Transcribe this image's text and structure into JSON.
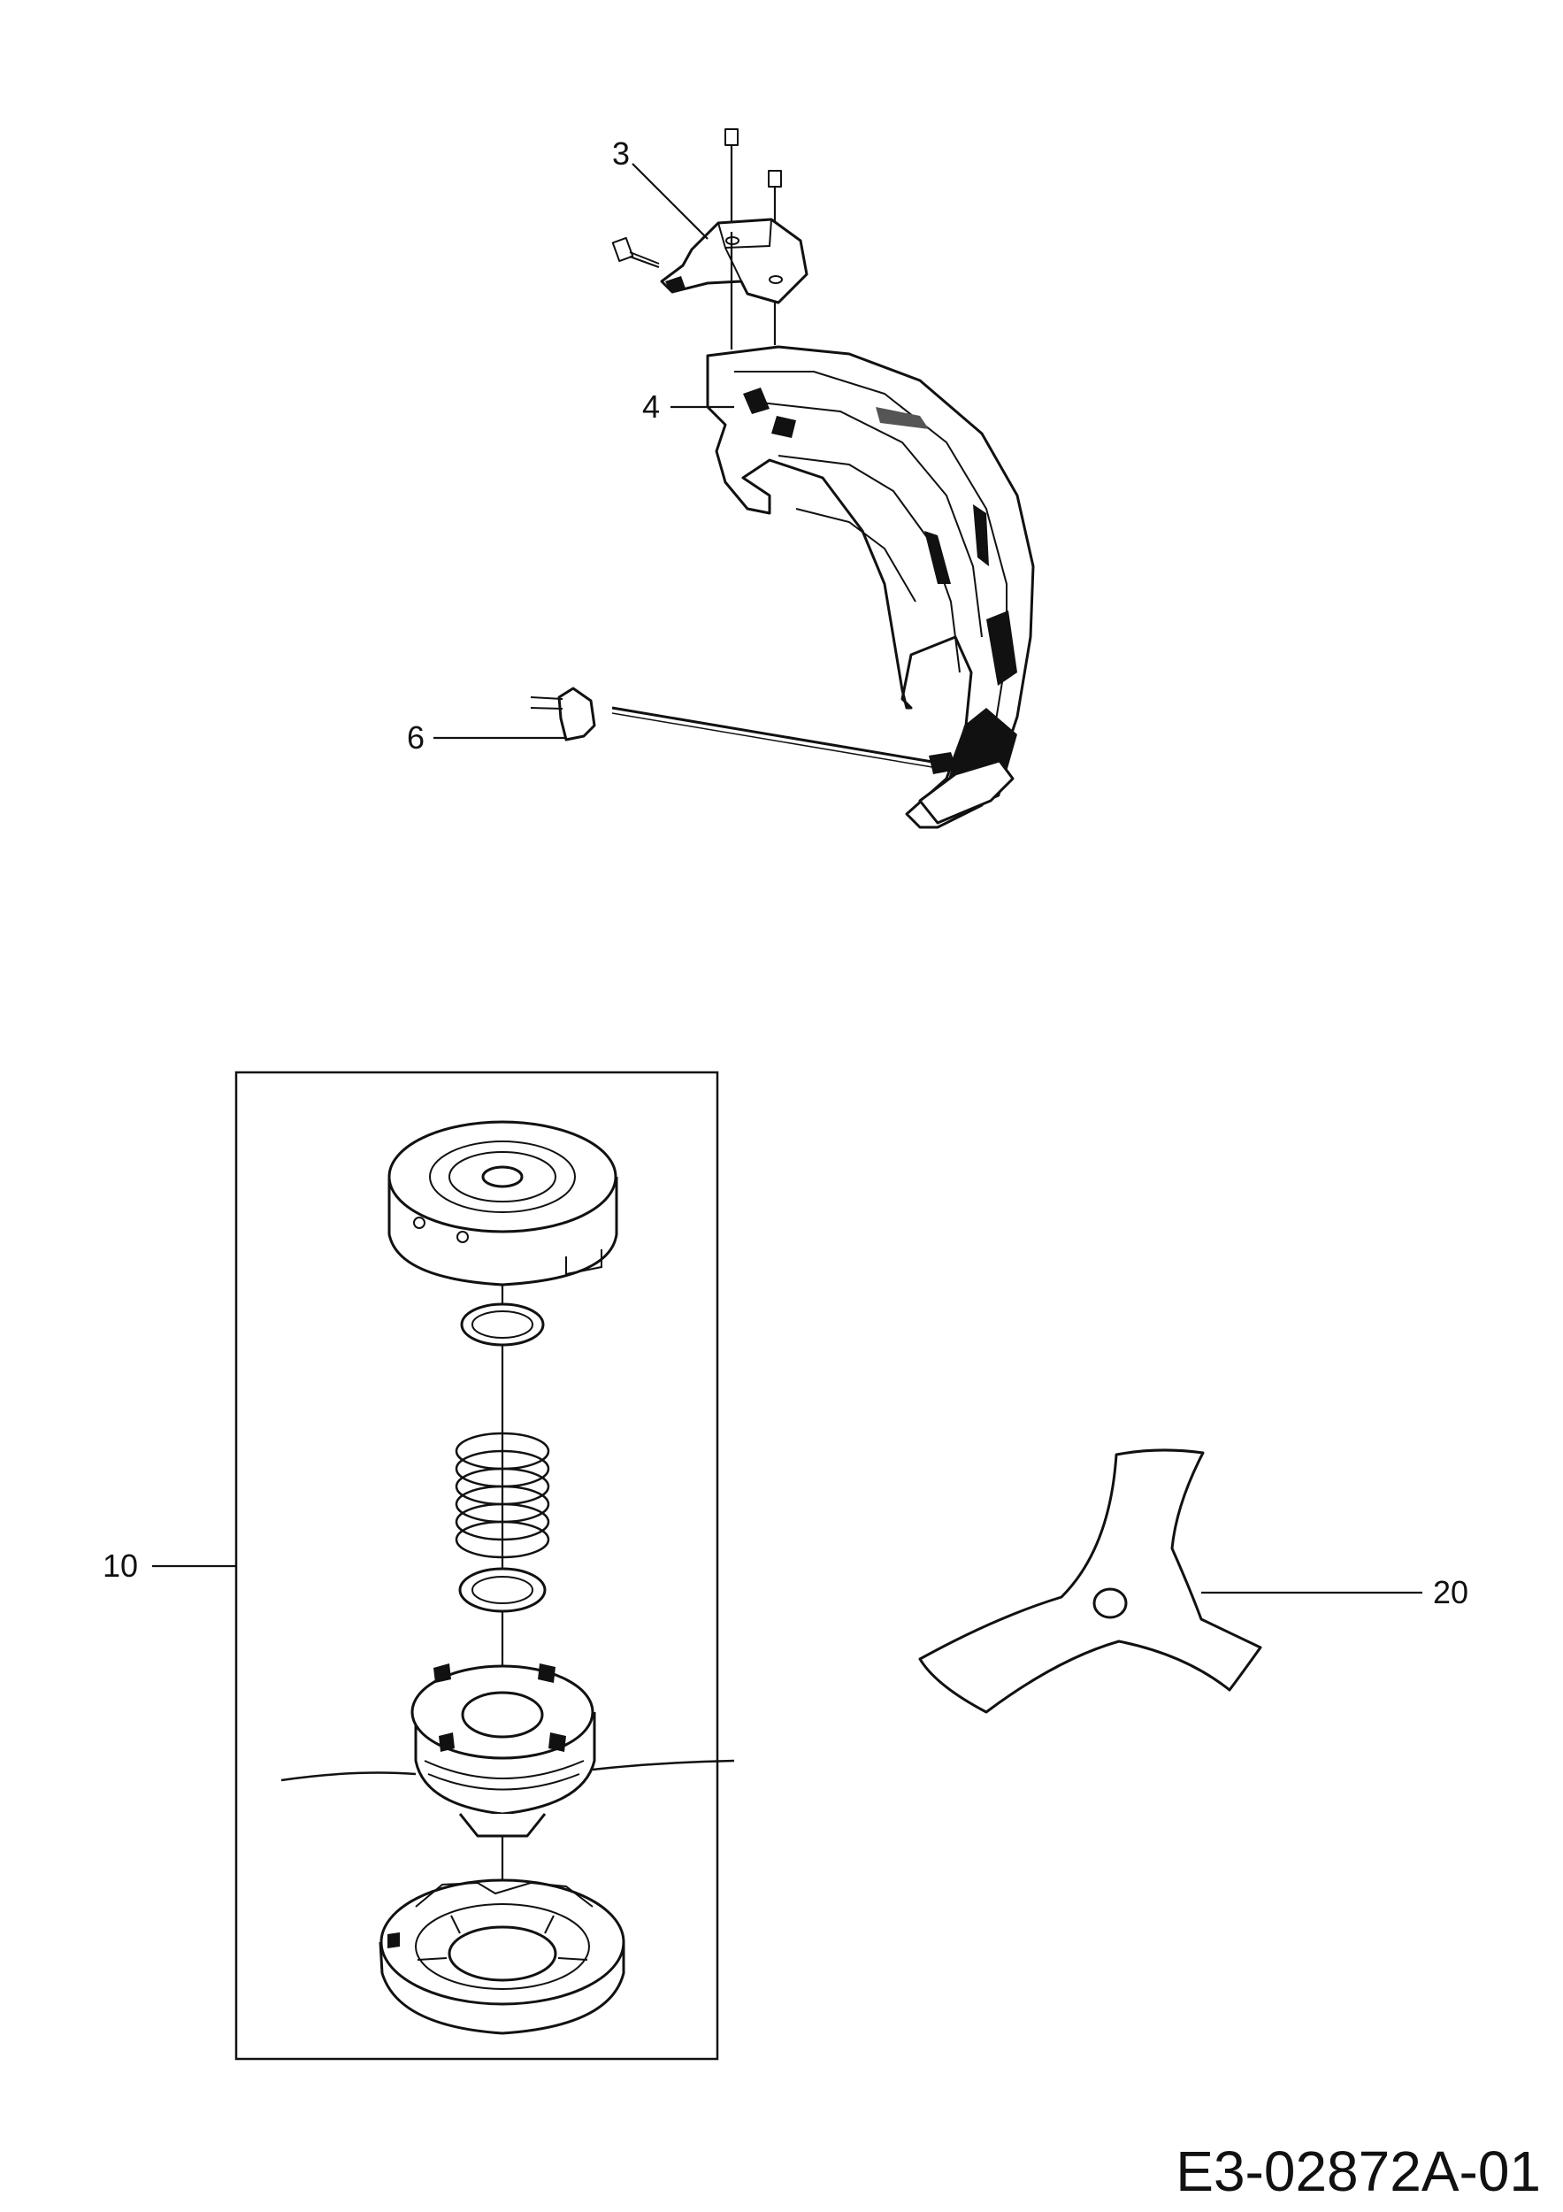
{
  "callouts": [
    {
      "id": "3",
      "label": "3"
    },
    {
      "id": "4",
      "label": "4"
    },
    {
      "id": "6",
      "label": "6"
    },
    {
      "id": "10",
      "label": "10"
    },
    {
      "id": "20",
      "label": "20"
    }
  ],
  "document_code": "E3-02872A-01",
  "icons": [
    "screw-icon",
    "bolt-icon",
    "bracket-icon",
    "grass-guard-icon",
    "line-cutter-icon",
    "trimmer-head-spool-icon",
    "o-ring-icon",
    "spring-icon",
    "line-reel-icon",
    "bottom-cap-icon",
    "three-tooth-blade-icon"
  ]
}
